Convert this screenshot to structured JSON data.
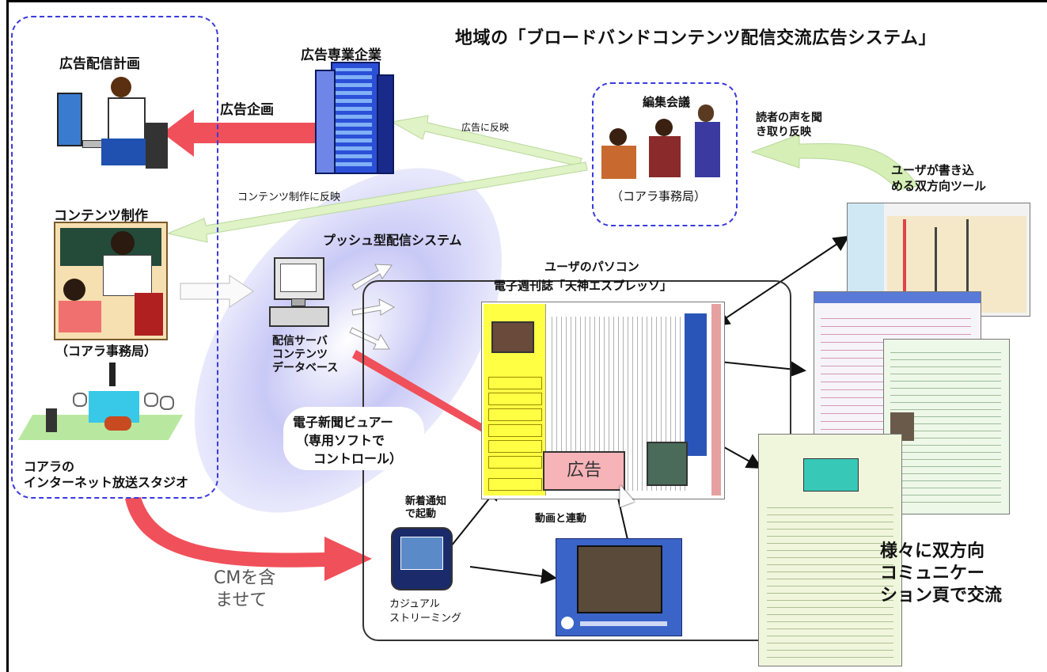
{
  "title": "地域の「ブロードバンドコンテンツ配信交流広告システム」",
  "left_column": {
    "ad_plan": "広告配信計画",
    "content_production": "コンテンツ制作",
    "office": "（コアラ事務局）",
    "studio_line1": "コアラの",
    "studio_line2": "インターネット放送スタジオ"
  },
  "company": {
    "label": "広告専業企業",
    "ad_planning": "広告企画",
    "reflect_ads": "広告に反映",
    "reflect_content": "コンテンツ制作に反映"
  },
  "editorial": {
    "label": "編集会議",
    "office": "（コアラ事務局）",
    "reader_voice_line1": "読者の声を聞",
    "reader_voice_line2": "き取り反映"
  },
  "push": {
    "system": "プッシュ型配信システム",
    "server_line1": "配信サーバ",
    "server_line2": "コンテンツ",
    "server_line3": "データベース"
  },
  "viewer": {
    "user_pc": "ユーザのパソコン",
    "magazine": "電子週刊誌「天神エスプレッソ」",
    "reader_line1": "電子新聞ビュアー",
    "reader_line2": "（専用ソフトで",
    "reader_line3": "コントロール）",
    "ad_box": "広告",
    "new_notice_line1": "新着通知",
    "new_notice_line2": "で起動",
    "video_link": "動画と連動",
    "streaming_line1": "カジュアル",
    "streaming_line2": "ストリーミング"
  },
  "cm": {
    "line1": "CMを含",
    "line2": "ませて"
  },
  "right": {
    "tool_line1": "ユーザが書き込",
    "tool_line2": "める双方向ツール",
    "pages_line1": "様々に双方向",
    "pages_line2": "コミュニケー",
    "pages_line3": "ション頁で交流"
  },
  "colors": {
    "dash_blue": "#3a3adf",
    "arrow_red": "#f0505a",
    "arrow_green": "#d6efb6",
    "ad_pink": "#f6b3b8",
    "yellow_panel": "#ffff44",
    "ellipse_blue": "#b9b9f2"
  }
}
